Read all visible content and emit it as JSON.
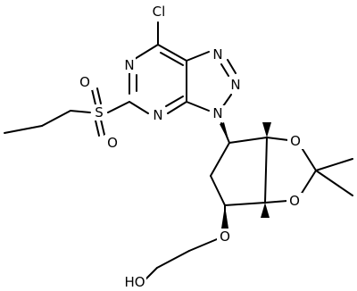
{
  "molecule": {
    "atom_labels": {
      "cl": "Cl",
      "n_pyrimidine_top": "N",
      "n_pyrimidine_bottom": "N",
      "n_triazole_top": "N",
      "n_triazole_right": "N",
      "n_triazole_attach": "N",
      "s_sulfonyl": "S",
      "o_sulfonyl_top": "O",
      "o_sulfonyl_bottom": "O",
      "o_dioxolane_top": "O",
      "o_dioxolane_bottom": "O",
      "o_ether": "O",
      "oh_terminal": "HO"
    },
    "colors": {
      "bond": "#000000",
      "label": "#000000",
      "background": "#ffffff"
    }
  }
}
